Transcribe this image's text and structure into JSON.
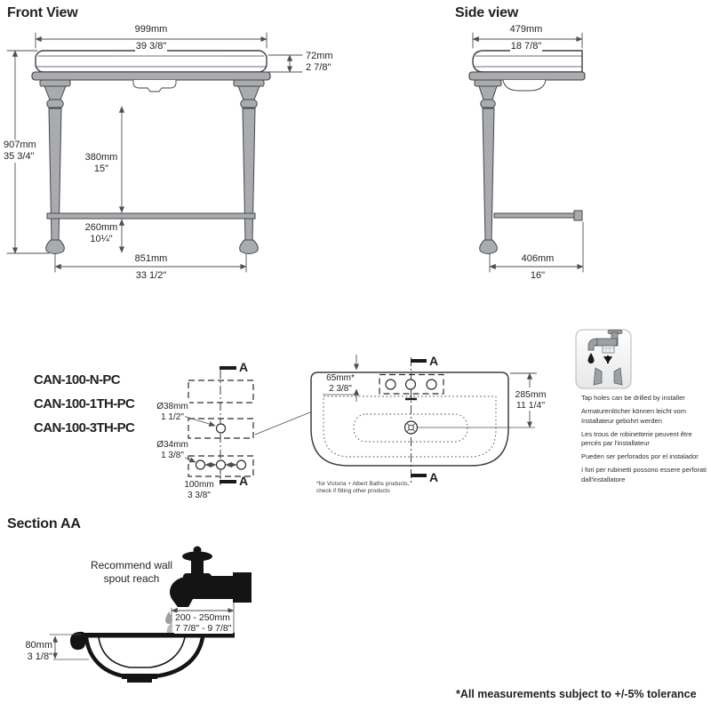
{
  "sheet": {
    "front_view_title": "Front View",
    "side_view_title": "Side view",
    "section_aa_title": "Section AA",
    "section_marker": "A",
    "footer_note": "*All measurements subject to +/-5% tolerance"
  },
  "front_view": {
    "overall_width": {
      "mm": "999mm",
      "in": "39 3/8\""
    },
    "top_thickness": {
      "mm": "72mm",
      "in": "2 7/8\""
    },
    "overall_height": {
      "mm": "907mm",
      "in": "35 3/4\""
    },
    "shelf_clearance": {
      "mm": "380mm",
      "in": "15\""
    },
    "rail_height": {
      "mm": "260mm",
      "in": "10¼\""
    },
    "leg_spacing": {
      "mm": "851mm",
      "in": "33 1/2\""
    }
  },
  "side_view": {
    "overall_depth": {
      "mm": "479mm",
      "in": "18 7/8\""
    },
    "rail_depth": {
      "mm": "406mm",
      "in": "16\""
    }
  },
  "models": [
    "CAN-100-N-PC",
    "CAN-100-1TH-PC",
    "CAN-100-3TH-PC"
  ],
  "tap_hole_detail": {
    "large_hole": {
      "mm": "Ø38mm",
      "in": "1 1/2\""
    },
    "small_hole": {
      "mm": "Ø34mm",
      "in": "1 3/8\""
    },
    "hole_spacing": {
      "mm": "100mm",
      "in": "3 3/8\""
    }
  },
  "basin_plan": {
    "tap_hole_offset": {
      "mm": "65mm*",
      "in": "2 3/8\""
    },
    "drain_offset": {
      "mm": "285mm",
      "in": "11 1/4\""
    },
    "footnote": [
      "*for Victoria + Albert Baths products,",
      "check if fitting other products"
    ]
  },
  "installer_note": {
    "en": "Tap holes can be drilled by installer",
    "de": "Armaturenlöcher können leicht vom Installateur gebohrt werden",
    "fr": "Les trous de robinetterie peuvent être percés par l'installateur",
    "es": "Pueden ser perforados por el instalador",
    "it": "I fori per rubinetti possono essere perforati dall'installatore"
  },
  "section_aa": {
    "spout_note": [
      "Recommend wall",
      "spout reach"
    ],
    "spout_reach": {
      "mm": "200 - 250mm",
      "in": "7 7/8\" - 9 7/8\""
    },
    "basin_depth": {
      "mm": "80mm",
      "in": "3 1/8\""
    }
  },
  "colors": {
    "metal_gray": "#a9abae",
    "line_dark": "#3d3f42",
    "dim_gray": "#4d4f53",
    "text": "#231f20"
  }
}
